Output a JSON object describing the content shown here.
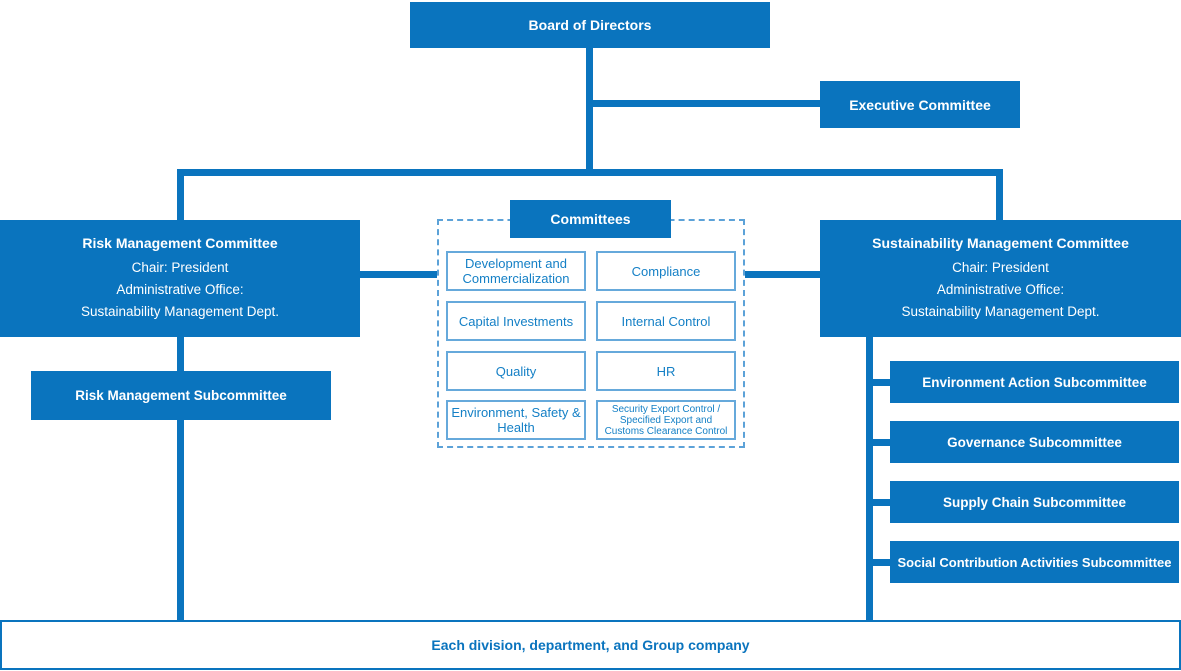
{
  "colors": {
    "primary_blue": "#0a74be",
    "item_text_blue": "#1580c6",
    "item_border_blue": "#66a9db",
    "dashed_border_blue": "#5ca2d8",
    "box_text_white": "#ffffff"
  },
  "board": {
    "label": "Board of Directors"
  },
  "executive": {
    "label": "Executive Committee"
  },
  "risk_committee": {
    "title": "Risk Management Committee",
    "chair": "Chair: President",
    "office_label": "Administrative Office:",
    "office_value": "Sustainability Management Dept."
  },
  "risk_subcommittee": {
    "label": "Risk Management Subcommittee"
  },
  "committees": {
    "title": "Committees",
    "items": [
      "Development and Commercialization",
      "Compliance",
      "Capital Investments",
      "Internal Control",
      "Quality",
      "HR",
      "Environment, Safety & Health",
      "Security Export Control / Specified Export and Customs Clearance Control"
    ]
  },
  "sustainability_committee": {
    "title": "Sustainability Management Committee",
    "chair": "Chair: President",
    "office_label": "Administrative Office:",
    "office_value": "Sustainability Management Dept."
  },
  "subcommittees": [
    "Environment Action Subcommittee",
    "Governance Subcommittee",
    "Supply Chain Subcommittee",
    "Social Contribution Activities Subcommittee"
  ],
  "bottom": {
    "label": "Each division, department, and Group company"
  }
}
